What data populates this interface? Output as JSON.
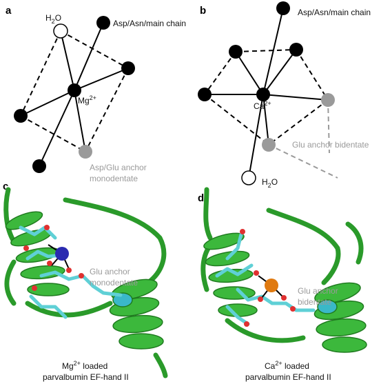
{
  "panels": {
    "a": {
      "letter": "a",
      "water": "H",
      "water_sub": "2",
      "water_tail": "O",
      "ligand_label": "Asp/Asn/main chain",
      "ion": "Mg",
      "ion_sup": "2+",
      "anchor_line1": "Asp/Glu anchor",
      "anchor_line2": "monodentate"
    },
    "b": {
      "letter": "b",
      "ligand_label": "Asp/Asn/main chain",
      "ion": "Ca",
      "ion_sup": "2+",
      "anchor_label": "Glu anchor bidentate",
      "water": "H",
      "water_sub": "2",
      "water_tail": "O"
    },
    "c": {
      "letter": "c",
      "anchor_line1": "Glu anchor",
      "anchor_line2": "monodentate",
      "caption_ion": "Mg",
      "caption_sup": "2+",
      "caption_line1_tail": " loaded",
      "caption_line2": "parvalbumin EF-hand II"
    },
    "d": {
      "letter": "d",
      "anchor_line1": "Glu anchor",
      "anchor_line2": "bidentate",
      "caption_ion": "Ca",
      "caption_sup": "2+",
      "caption_line1_tail": " loaded",
      "caption_line2": "parvalbumin EF-hand II"
    }
  },
  "colors": {
    "ligand": "#000000",
    "anchor": "#9a9a9a",
    "helix": "#2fa82f",
    "sidechain": "#5fd0d6",
    "oxygen": "#e03030",
    "mg_ion": "#2a2ab0",
    "ca_ion": "#e07a10"
  }
}
